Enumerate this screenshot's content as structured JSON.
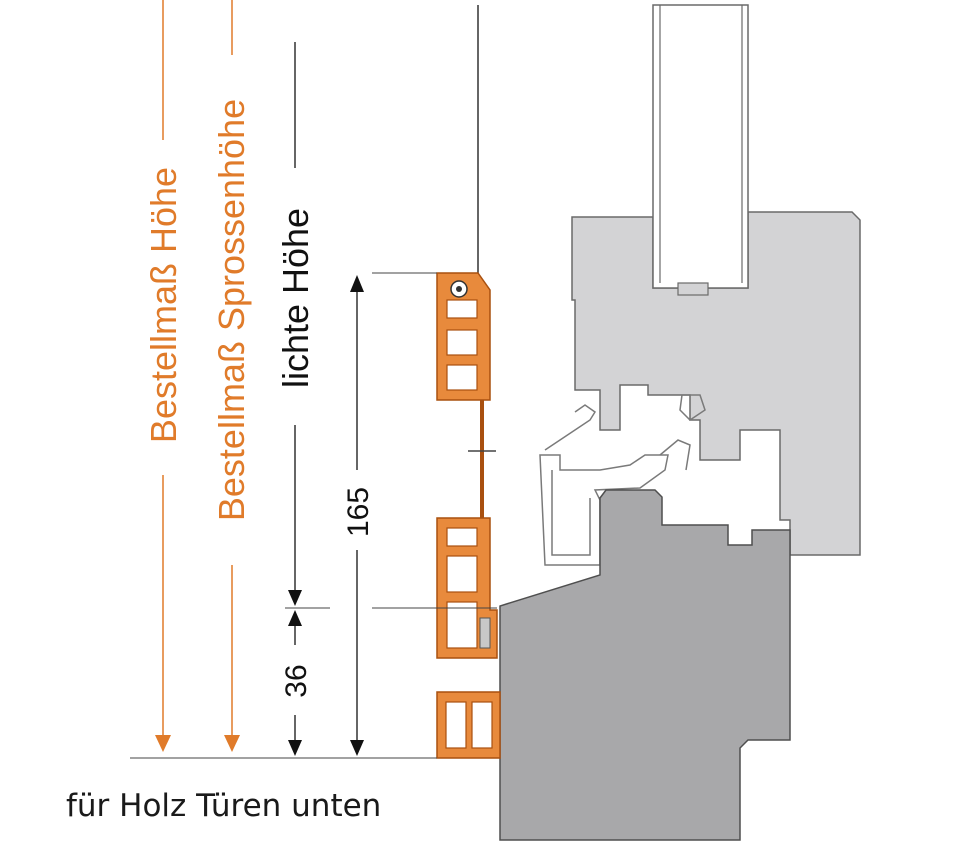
{
  "labels": {
    "bestellmass_hoehe": "Bestellmaß Höhe",
    "bestellmass_sprossenhoehe": "Bestellmaß Sprossenhöhe",
    "lichte_hoehe": "lichte Höhe"
  },
  "dimensions": {
    "d165": "165",
    "d36": "36"
  },
  "caption": "für Holz Türen unten",
  "colors": {
    "orange": "#e07b2a",
    "profile_fill": "#e98a3c",
    "profile_stroke": "#b5520f",
    "frame_light": "#d2d2d4",
    "door_dark": "#a9a9ab",
    "line": "#222222"
  }
}
